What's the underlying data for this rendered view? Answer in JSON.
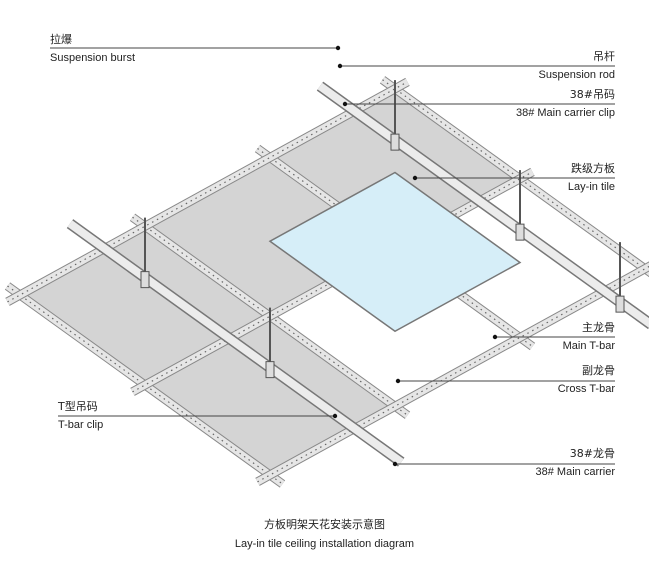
{
  "labels": {
    "suspension_burst": {
      "cn": "拉爆",
      "en": "Suspension burst"
    },
    "suspension_rod": {
      "cn": "吊杆",
      "en": "Suspension rod"
    },
    "main_carrier_clip": {
      "cn": "38#吊码",
      "en": "38# Main carrier clip"
    },
    "lay_in_tile": {
      "cn": "跌级方板",
      "en": "Lay-in tile"
    },
    "main_tbar": {
      "cn": "主龙骨",
      "en": "Main T-bar"
    },
    "cross_tbar": {
      "cn": "副龙骨",
      "en": "Cross T-bar"
    },
    "tbar_clip": {
      "cn": "T型吊码",
      "en": "T-bar clip"
    },
    "main_carrier": {
      "cn": "38#龙骨",
      "en": "38# Main carrier"
    }
  },
  "caption": {
    "cn": "方板明架天花安装示意图",
    "en": "Lay-in tile ceiling installation diagram"
  },
  "colors": {
    "panel": "#d4d4d4",
    "bar": "#e6e6e6",
    "tile": "#d6eef8",
    "line": "#444444"
  }
}
